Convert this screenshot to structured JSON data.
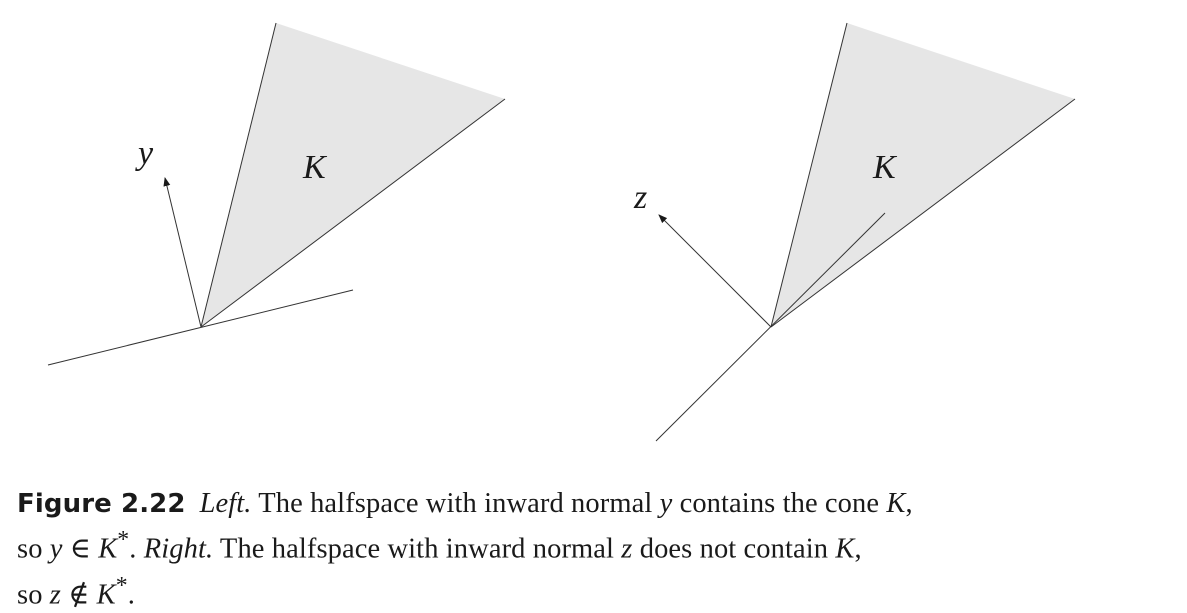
{
  "figure": {
    "left_panel": {
      "normal_label": "y",
      "cone_label": "K"
    },
    "right_panel": {
      "normal_label": "z",
      "cone_label": "K"
    },
    "colors": {
      "cone_fill": "#e6e6e6",
      "stroke": "#333333"
    }
  },
  "caption": {
    "figure_number": "Figure 2.22",
    "line1": {
      "left_word": "Left.",
      "text_a": " The halfspace with inward normal ",
      "var_y": "y",
      "text_b": " contains the cone ",
      "var_K": "K",
      "text_c": ","
    },
    "line2": {
      "text_a": "so ",
      "var_y": "y",
      "rel": " ∈ ",
      "var_K": "K",
      "star": "*",
      "text_b": ". ",
      "right_word": "Right.",
      "text_c": " The halfspace with inward normal ",
      "var_z": "z",
      "text_d": " does not contain ",
      "var_K2": "K",
      "text_e": ","
    },
    "line3": {
      "text_a": "so ",
      "var_z": "z",
      "rel": " ∉ ",
      "var_K": "K",
      "star": "*",
      "text_b": "."
    }
  }
}
